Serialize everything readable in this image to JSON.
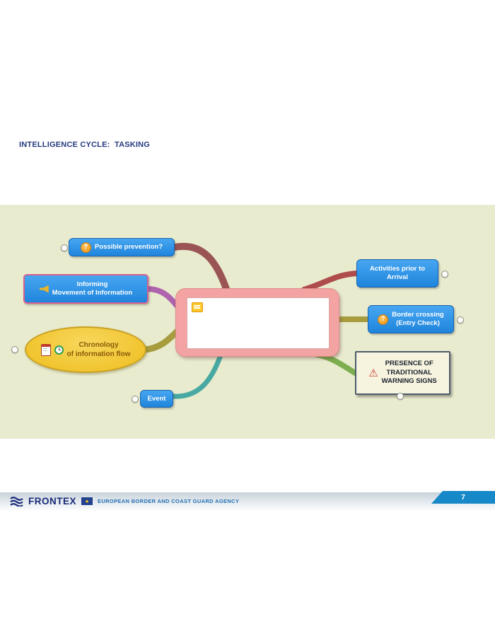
{
  "slide": {
    "title": "INTELLIGENCE CYCLE:  TASKING",
    "page_number": "7"
  },
  "footer": {
    "brand": "FRONTEX",
    "agency": "EUROPEAN BORDER AND COAST GUARD AGENCY"
  },
  "colors": {
    "band_background": "#E9EBCE",
    "node_blue": "#2F96E8",
    "center_pink": "#F3A3A1",
    "chronology_gold": "#EDBD1D",
    "warning_cream": "#F6F3DE",
    "page_tab_blue": "#1889C8",
    "brand_navy": "#1B2B7A"
  },
  "mindmap": {
    "possible_prevention": {
      "label": "Possible prevention?",
      "icon": "?"
    },
    "informing": {
      "line1": "Informing",
      "line2": "Movement of Information"
    },
    "chronology": {
      "line1": "Chronology",
      "line2": "of information flow"
    },
    "event": {
      "label": "Event"
    },
    "activities": {
      "line1": "Activities prior to",
      "line2": "Arrival"
    },
    "border_crossing": {
      "line1": "Border crossing",
      "line2": "(Entry Check)",
      "icon": "?"
    },
    "warning_signs": {
      "line1": "PRESENCE OF",
      "line2": "TRADITIONAL",
      "line3": "WARNING SIGNS",
      "icon": "⚠"
    }
  }
}
